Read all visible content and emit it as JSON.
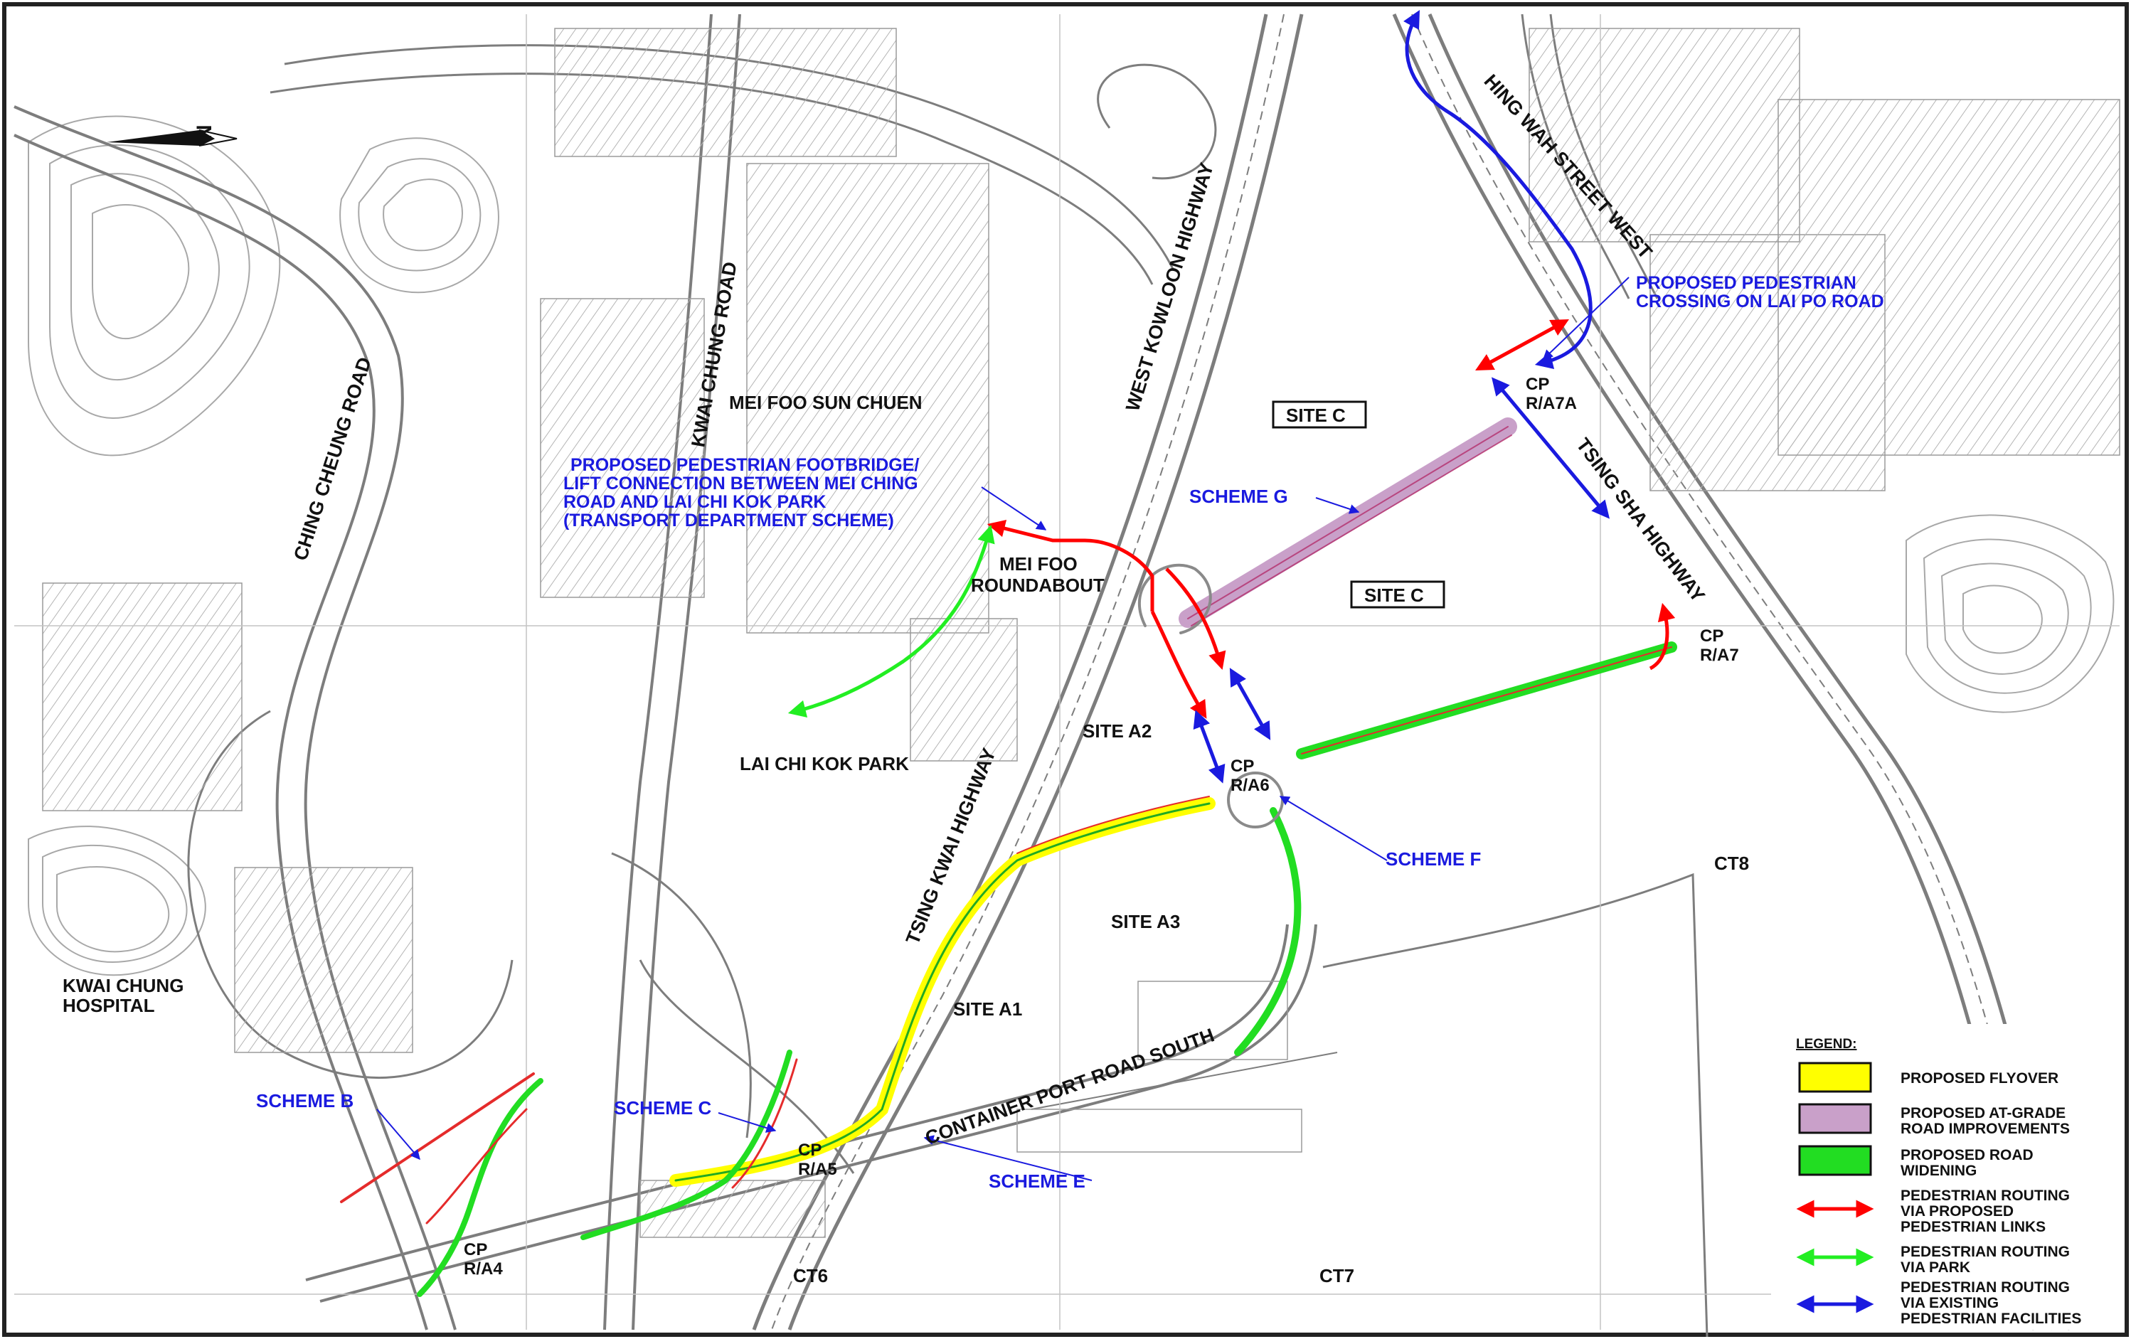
{
  "map": {
    "roads": [
      "CHING CHEUNG ROAD",
      "KWAI CHUNG ROAD",
      "WEST KOWLOON HIGHWAY",
      "TSING KWAI HIGHWAY",
      "HING WAH STREET WEST",
      "TSING SHA HIGHWAY",
      "CONTAINER PORT ROAD SOUTH"
    ],
    "places": [
      "MEI FOO SUN CHUEN",
      "MEI FOO",
      "ROUNDABOUT",
      "LAI CHI KOK PARK",
      "KWAI CHUNG",
      "HOSPITAL",
      "SITE A1",
      "SITE A2",
      "SITE A3",
      "CT6",
      "CT7",
      "CT8"
    ],
    "sites_boxed": [
      "SITE C",
      "SITE C"
    ],
    "junctions": [
      {
        "code": "CP",
        "ref": "R/A4"
      },
      {
        "code": "CP",
        "ref": "R/A5"
      },
      {
        "code": "CP",
        "ref": "R/A6"
      },
      {
        "code": "CP",
        "ref": "R/A7"
      },
      {
        "code": "CP",
        "ref": "R/A7A"
      }
    ],
    "schemes": [
      "SCHEME B",
      "SCHEME C",
      "SCHEME E",
      "SCHEME F",
      "SCHEME G"
    ],
    "callouts": {
      "footbridge": [
        "PROPOSED PEDESTRIAN FOOTBRIDGE/",
        "LIFT CONNECTION BETWEEN MEI CHING",
        "ROAD AND LAI CHI KOK PARK",
        "(TRANSPORT DEPARTMENT SCHEME)"
      ],
      "crossing": [
        "PROPOSED PEDESTRIAN",
        "CROSSING ON LAI PO ROAD"
      ]
    },
    "north_arrow": {
      "label": "N"
    },
    "colors": {
      "flyover": "#ffff00",
      "at_grade": "#c9a0c9",
      "widening": "#22dd22",
      "ped_proposed": "#ff0000",
      "ped_park": "#22ee22",
      "ped_existing": "#1a1adf",
      "linework": "#8a8a8a"
    }
  },
  "legend": {
    "title": "LEGEND:",
    "items": [
      {
        "kind": "swatch",
        "color": "#ffff00",
        "lines": [
          "PROPOSED FLYOVER"
        ]
      },
      {
        "kind": "swatch",
        "color": "#c9a0c9",
        "lines": [
          "PROPOSED AT-GRADE",
          "ROAD IMPROVEMENTS"
        ]
      },
      {
        "kind": "swatch",
        "color": "#22dd22",
        "lines": [
          "PROPOSED ROAD",
          "WIDENING"
        ]
      },
      {
        "kind": "arrow",
        "color": "#ff0000",
        "lines": [
          "PEDESTRIAN ROUTING",
          "VIA PROPOSED",
          "PEDESTRIAN LINKS"
        ]
      },
      {
        "kind": "arrow",
        "color": "#22ee22",
        "lines": [
          "PEDESTRIAN ROUTING",
          "VIA PARK"
        ]
      },
      {
        "kind": "arrow",
        "color": "#1a1adf",
        "lines": [
          "PEDESTRIAN ROUTING",
          "VIA EXISTING",
          "PEDESTRIAN FACILITIES"
        ]
      }
    ]
  }
}
